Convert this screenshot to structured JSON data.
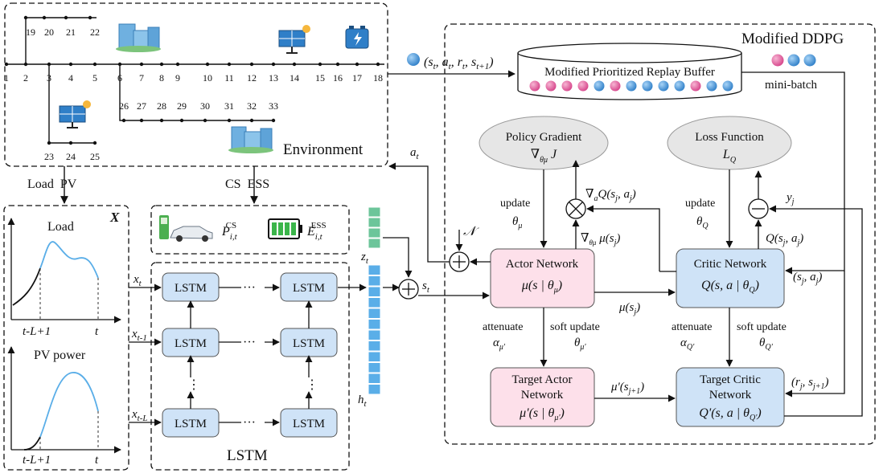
{
  "environment": {
    "title": "Environment",
    "bus_numbers": [
      "1",
      "2",
      "3",
      "4",
      "5",
      "6",
      "7",
      "8",
      "9",
      "10",
      "11",
      "12",
      "13",
      "14",
      "15",
      "16",
      "17",
      "18"
    ],
    "branch_19_22": [
      "19",
      "20",
      "21",
      "22"
    ],
    "branch_23_25": [
      "23",
      "24",
      "25"
    ],
    "branch_26_33": [
      "26",
      "27",
      "28",
      "29",
      "30",
      "31",
      "32",
      "33"
    ],
    "outputs": {
      "left": "Load  PV",
      "right": "CS  ESS"
    }
  },
  "ddpg": {
    "title": "Modified DDPG",
    "buffer_label": "Modified Prioritized Replay Buffer",
    "minibatch_label": "mini-batch",
    "transition_tuple": "(s_t, a_t, r_t, s_t+1)",
    "policy_gradient": {
      "title": "Policy Gradient",
      "formula": "∇θμ J"
    },
    "loss_function": {
      "title": "Loss Function",
      "formula": "LQ"
    },
    "actor": {
      "title": "Actor Network",
      "formula": "μ(s | θμ)"
    },
    "critic": {
      "title": "Critic Network",
      "formula": "Q(s, a | θQ)"
    },
    "target_actor": {
      "title_line1": "Target Actor",
      "title_line2": "Network",
      "formula": "μ'(s | θμ')"
    },
    "target_critic": {
      "title_line1": "Target Critic",
      "title_line2": "Network",
      "formula": "Q'(s, a | θQ')"
    },
    "labels": {
      "update": "update",
      "attenuate": "attenuate",
      "soft_update": "soft update",
      "noise": "𝒩",
      "a_t": "a_t",
      "y_j": "y_j",
      "grad_Q": "∇a Q(sj, aj)",
      "grad_mu": "∇θμ μ(sj)",
      "Q_sj_aj": "Q(sj, aj)",
      "sj_aj": "(sj, aj)",
      "mu_sj": "μ(sj)",
      "mu_prime_sj1": "μ'(sj+1)",
      "rj_sj1": "(rj, sj+1)"
    }
  },
  "inputs_panel": {
    "title": "X",
    "load_label": "Load",
    "pv_label": "PV power",
    "axis_start": "t-L+1",
    "axis_end": "t"
  },
  "lstm_panel": {
    "title": "LSTM",
    "cell_label": "LSTM",
    "inputs": [
      "x_t",
      "x_t-1",
      "x_t-L"
    ],
    "output": "h_t"
  },
  "cs_ess_panel": {
    "p_cs": "P_i,t^CS",
    "e_ess": "E_i,t^ESS",
    "z_t": "z_t",
    "s_t": "s_t"
  },
  "colors": {
    "actor_fill": "#fde0ea",
    "critic_fill": "#cfe3f7",
    "lstm_fill": "#cfe3f7",
    "ellipse_fill": "#e6e6e6",
    "pink_ball": "#e05a9a",
    "blue_ball": "#3a8fd8",
    "vector_blue": "#5aaee8",
    "vector_green": "#6cc59a",
    "curve_blue": "#5aaee8"
  }
}
